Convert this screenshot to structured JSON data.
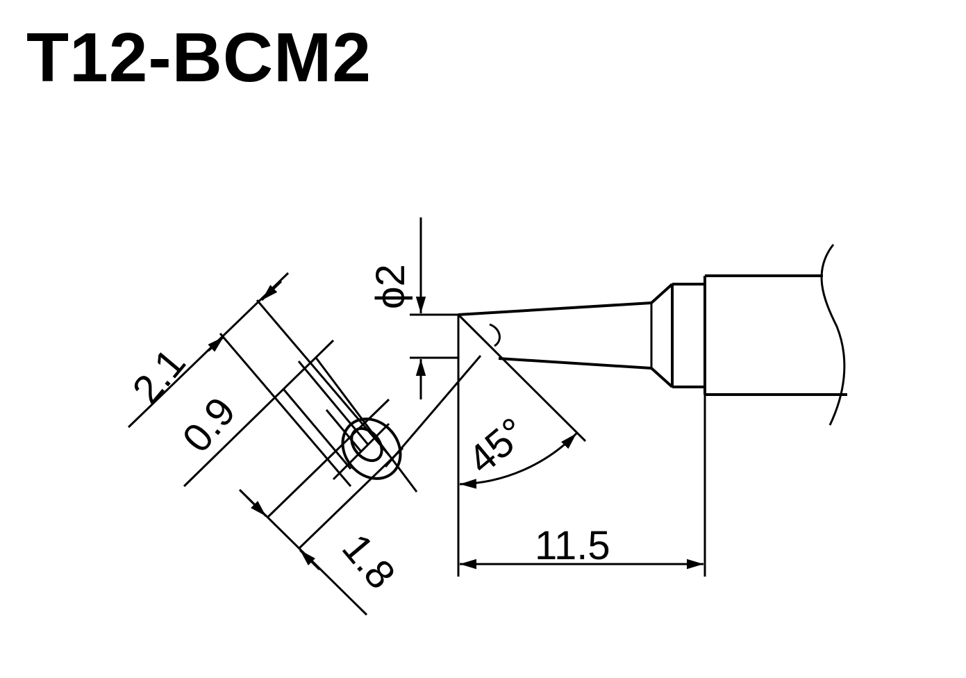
{
  "title": "T12-BCM2",
  "dimensions": {
    "width_2": "2.1",
    "width_09": "0.9",
    "width_18": "1.8",
    "diameter": "ϕ2",
    "angle": "45°",
    "length": "11.5"
  }
}
